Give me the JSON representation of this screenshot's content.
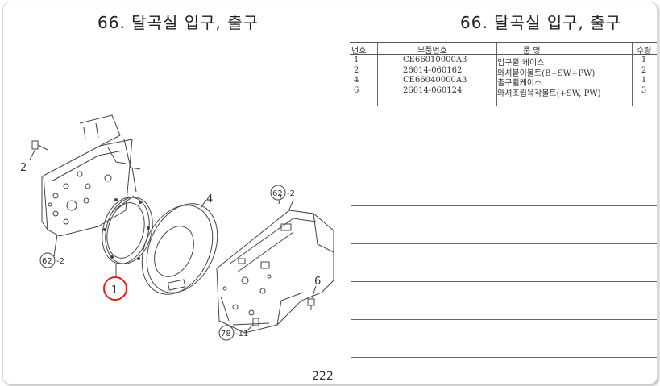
{
  "page": {
    "title_left": "66. 탈곡실 입구, 출구",
    "title_right": "66. 탈곡실 입구, 출구",
    "page_number": "222"
  },
  "table": {
    "headers": {
      "no": "번호",
      "part_no": "부품번호",
      "name": "품 명",
      "qty": "수량"
    },
    "rows": [
      {
        "no": "1",
        "part_no": "CE66010000A3",
        "name": "입구휠 케이스",
        "qty": "1"
      },
      {
        "no": "2",
        "part_no": "26014-060162",
        "name": "와셔붙이볼트(B+SW+PW)",
        "qty": "2"
      },
      {
        "no": "4",
        "part_no": "CE66040000A3",
        "name": "출구휠케이스",
        "qty": "1"
      },
      {
        "no": "6",
        "part_no": "26014-060124",
        "name": "와셔조립육각볼트(+SW, PW)",
        "qty": "3"
      }
    ]
  },
  "callouts": {
    "c1": "1",
    "c2": "2",
    "c4": "4",
    "c6": "6",
    "c62a_ref": "62",
    "c62a_suffix": "-2",
    "c62b_ref": "62",
    "c62b_suffix": "-2",
    "c78_ref": "78",
    "c78_suffix": "-11"
  },
  "colors": {
    "highlight_circle": "#e0201c",
    "line": "#444444"
  }
}
